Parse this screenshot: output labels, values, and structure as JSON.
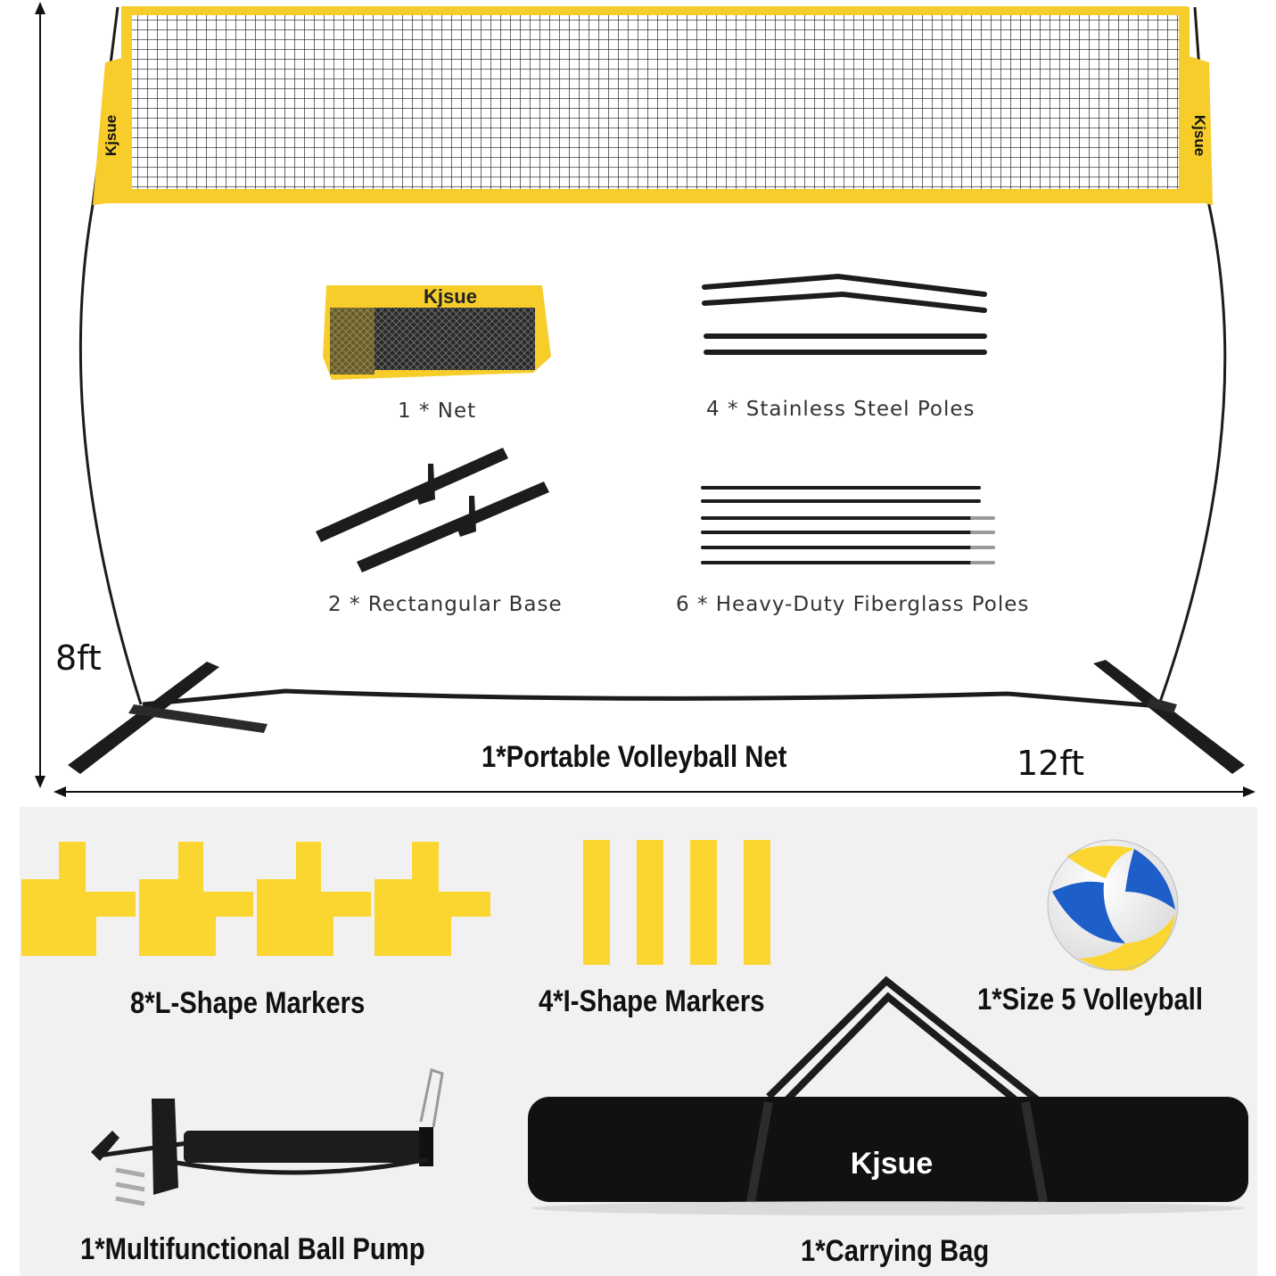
{
  "brand": "Kjsue",
  "colors": {
    "net_yellow": "#f6cd2b",
    "marker_yellow": "#fbd630",
    "frame_black": "#1c1c1c",
    "panel_gray": "#f1f1f1",
    "ball_blue": "#1e5ec9"
  },
  "dimensions": {
    "height": "8ft",
    "width": "12ft"
  },
  "components": {
    "net": "1 * Net",
    "steel_poles": "4 * Stainless Steel Poles",
    "base": "2 * Rectangular Base",
    "fiberglass_poles": "6 * Heavy-Duty Fiberglass Poles"
  },
  "main_title": "1*Portable Volleyball Net",
  "accessories": {
    "l_markers": "8*L-Shape Markers",
    "i_markers": "4*I-Shape Markers",
    "volleyball": "1*Size 5 Volleyball",
    "pump": "1*Multifunctional Ball Pump",
    "bag": "1*Carrying Bag"
  },
  "icons": [
    "net-mesh",
    "pole-set",
    "base-foot",
    "l-marker",
    "i-marker",
    "volleyball",
    "air-pump",
    "carry-bag"
  ]
}
